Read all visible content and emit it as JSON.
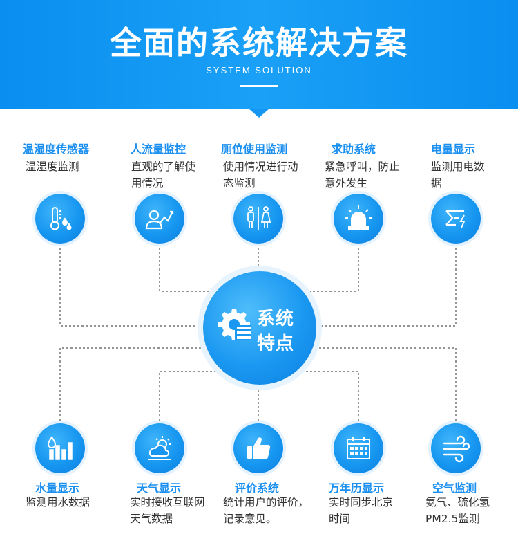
{
  "header": {
    "title": "全面的系统解决方案",
    "subtitle": "SYSTEM SOLUTION"
  },
  "center": {
    "line1": "系统",
    "line2": "特点",
    "icon": "gear-list-icon"
  },
  "top_items": [
    {
      "title": "温湿度传感器",
      "desc": "温湿度监测",
      "icon": "thermometer-drops-icon"
    },
    {
      "title": "人流量监控",
      "desc": "直观的了解使用情况",
      "icon": "person-trend-icon"
    },
    {
      "title": "厕位使用监测",
      "desc": "使用情况进行动态监测",
      "icon": "restroom-icon"
    },
    {
      "title": "求助系统",
      "desc": "紧急呼叫，防止意外发生",
      "icon": "alarm-light-icon"
    },
    {
      "title": "电量显示",
      "desc": "监测用电数据",
      "icon": "power-bolt-icon"
    }
  ],
  "bottom_items": [
    {
      "title": "水量显示",
      "desc": "监测用水数据",
      "icon": "water-bars-icon"
    },
    {
      "title": "天气显示",
      "desc": "实时接收互联网天气数据",
      "icon": "sun-cloud-icon"
    },
    {
      "title": "评价系统",
      "desc": "统计用户的评价，记录意见。",
      "icon": "thumbs-up-icon"
    },
    {
      "title": "万年历显示",
      "desc": "实时同步北京时间",
      "icon": "calendar-icon"
    },
    {
      "title": "空气监测",
      "desc": "氨气、硫化氢PM2.5监测",
      "icon": "wind-icon"
    }
  ],
  "colors": {
    "accent": "#1a8ff0",
    "header_bg": "#1496f2",
    "text": "#333333",
    "line": "#555555"
  }
}
